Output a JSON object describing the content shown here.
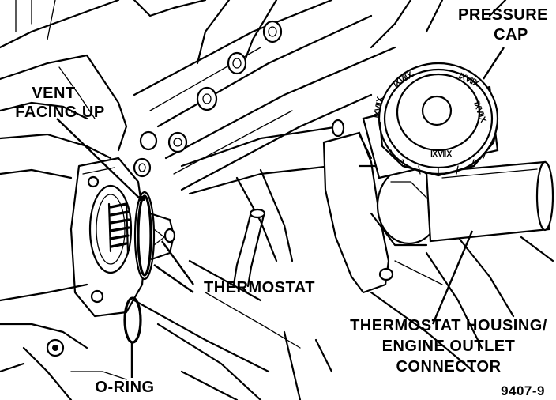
{
  "labels": {
    "pressure_cap": [
      "PRESSURE",
      "CAP"
    ],
    "vent_facing_up": [
      "VENT",
      "FACING UP"
    ],
    "thermostat": "THERMOSTAT",
    "thermostat_housing": [
      "THERMOSTAT HOUSING/",
      "ENGINE OUTLET",
      "CONNECTOR"
    ],
    "o_ring": "O-RING",
    "figure_number": "9407-9"
  }
}
